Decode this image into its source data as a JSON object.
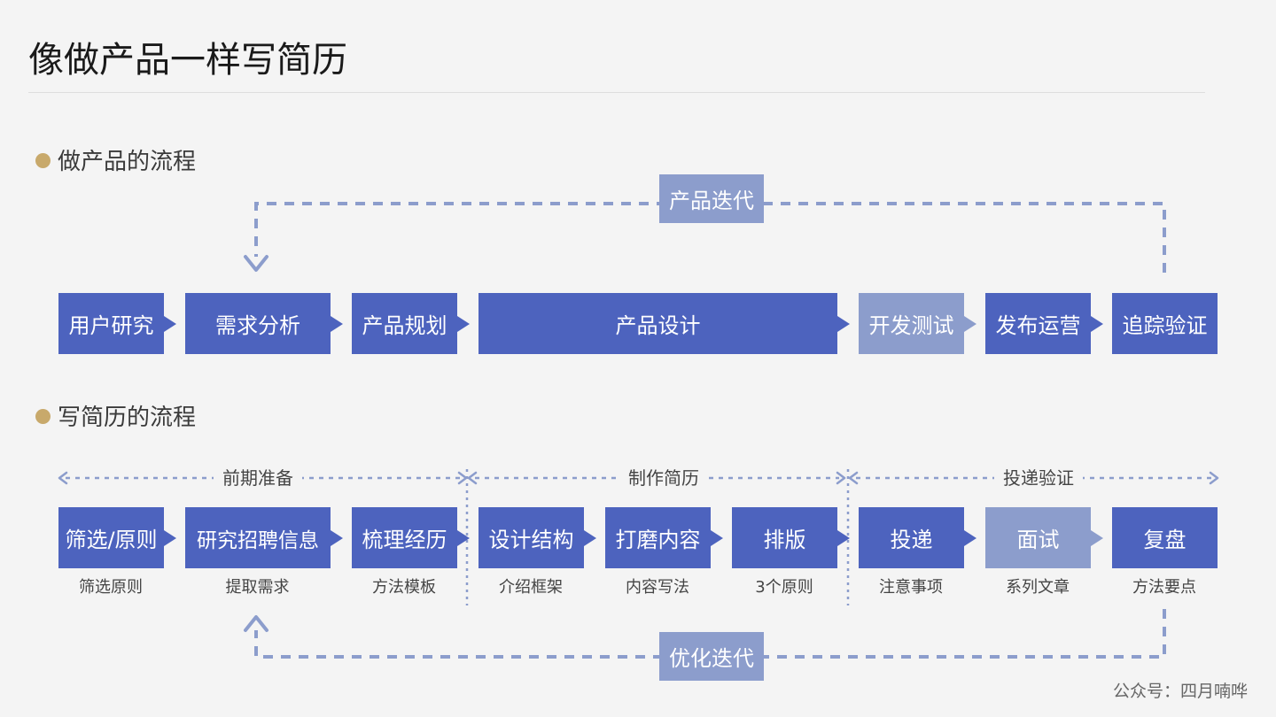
{
  "title": "像做产品一样写简历",
  "product_section": {
    "heading": "做产品的流程",
    "loop_label": "产品迭代",
    "steps": [
      {
        "label": "用户研究",
        "style": "dark"
      },
      {
        "label": "需求分析",
        "style": "dark"
      },
      {
        "label": "产品规划",
        "style": "dark"
      },
      {
        "label": "产品设计",
        "style": "dark"
      },
      {
        "label": "开发测试",
        "style": "light"
      },
      {
        "label": "发布运营",
        "style": "dark"
      },
      {
        "label": "追踪验证",
        "style": "dark"
      }
    ]
  },
  "resume_section": {
    "heading": "写简历的流程",
    "loop_label": "优化迭代",
    "phases": [
      {
        "label": "前期准备"
      },
      {
        "label": "制作简历"
      },
      {
        "label": "投递验证"
      }
    ],
    "steps": [
      {
        "label": "筛选/原则",
        "sub": "筛选原则",
        "style": "dark"
      },
      {
        "label": "研究招聘信息",
        "sub": "提取需求",
        "style": "dark"
      },
      {
        "label": "梳理经历",
        "sub": "方法模板",
        "style": "dark"
      },
      {
        "label": "设计结构",
        "sub": "介绍框架",
        "style": "dark"
      },
      {
        "label": "打磨内容",
        "sub": "内容写法",
        "style": "dark"
      },
      {
        "label": "排版",
        "sub": "3个原则",
        "style": "dark"
      },
      {
        "label": "投递",
        "sub": "注意事项",
        "style": "dark"
      },
      {
        "label": "面试",
        "sub": "系列文章",
        "style": "light"
      },
      {
        "label": "复盘",
        "sub": "方法要点",
        "style": "dark"
      }
    ]
  },
  "colors": {
    "primary": "#4d63be",
    "secondary": "#8c9dcc",
    "bullet": "#c8a96b",
    "background": "#f4f4f4"
  },
  "footer": "公众号：四月喃哗"
}
